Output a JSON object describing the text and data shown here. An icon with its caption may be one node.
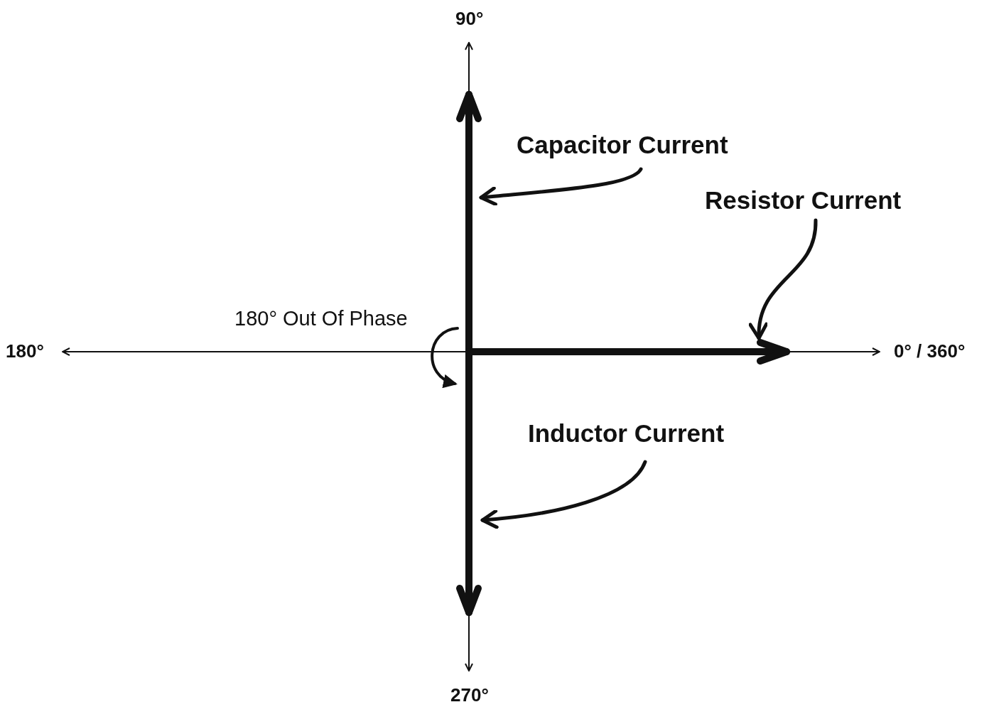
{
  "diagram": {
    "nodes": [
      {
        "text": [
          "Capacitor Current"
        ]
      },
      {
        "text": [],
        "shape": "arrow"
      },
      {
        "text": [
          "Resistor Current"
        ]
      },
      {
        "text": [],
        "shape": "arrow"
      },
      {
        "text": [
          "Inductor Current"
        ]
      },
      {
        "text": [],
        "shape": "arrow"
      }
    ],
    "edges": [
      {
        "from": 0,
        "to": 1,
        "arrow": "to"
      },
      {
        "from": 2,
        "to": 3,
        "arrow": "to"
      },
      {
        "from": 4,
        "to": 5,
        "arrow": "to"
      },
      {
        "from": 1,
        "to": 5,
        "arrow": "to",
        "label": "180° Out Of Phase"
      }
    ],
    "labels": [
      "90°",
      "180°",
      "0° / 360°",
      "270°"
    ]
  }
}
